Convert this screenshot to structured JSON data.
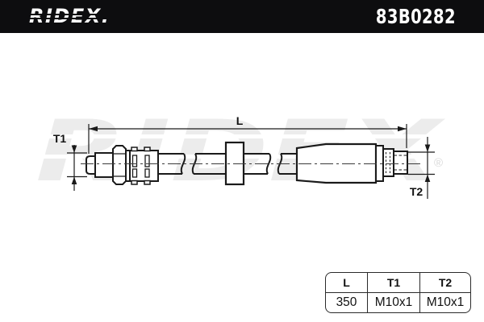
{
  "header": {
    "brand": "RIDEX.",
    "part_number": "83B0282"
  },
  "watermark": {
    "text": "RIDEX",
    "registered": "®"
  },
  "drawing": {
    "dim_length_label": "L",
    "dim_thread_left_label": "T1",
    "dim_thread_right_label": "T2"
  },
  "spec_table": {
    "headers": [
      "L",
      "T1",
      "T2"
    ],
    "values": [
      "350",
      "M10x1",
      "M10x1"
    ]
  },
  "colors": {
    "header_bg": "#0d0d0f",
    "line": "#1a1a1a",
    "watermark": "#ececec"
  }
}
